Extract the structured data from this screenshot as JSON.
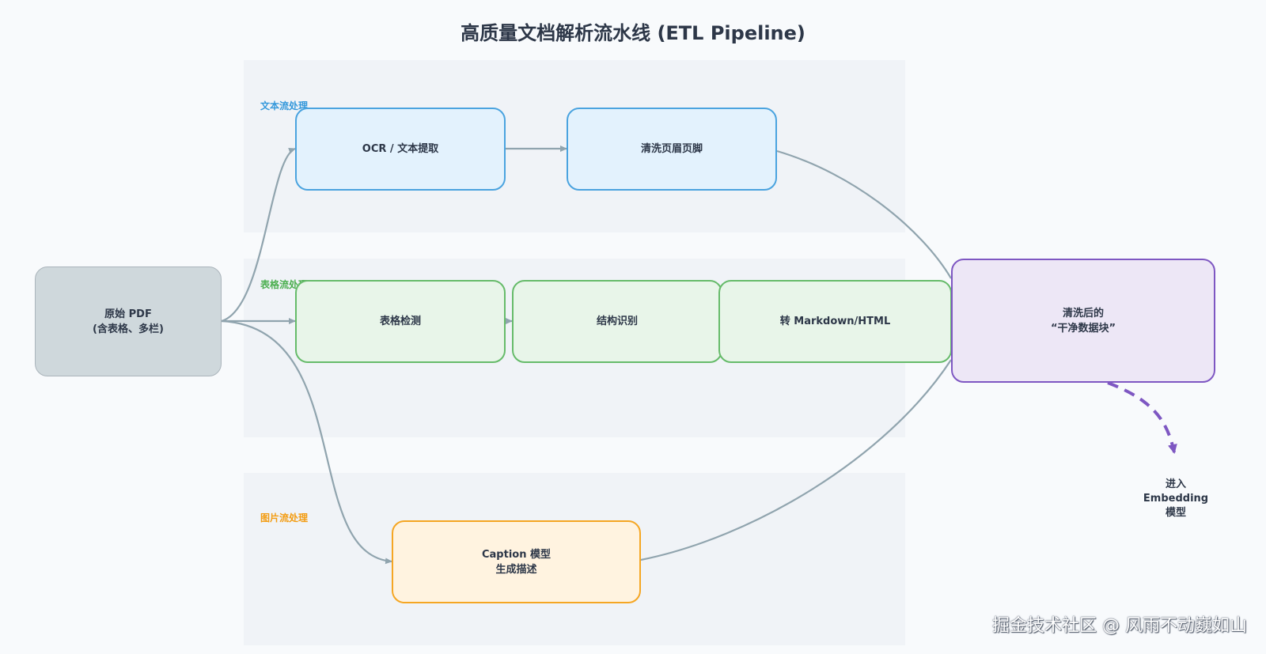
{
  "title": "高质量文档解析流水线 (ETL Pipeline)",
  "lanes": {
    "text": {
      "label": "文本流处理",
      "color": "#3498db"
    },
    "table": {
      "label": "表格流处理",
      "color": "#4caf50"
    },
    "image": {
      "label": "图片流处理",
      "color": "#f39c12"
    }
  },
  "nodes": {
    "pdf": {
      "line1": "原始 PDF",
      "line2": "(含表格、多栏)"
    },
    "ocr": {
      "label": "OCR / 文本提取"
    },
    "clean": {
      "label": "清洗页眉页脚"
    },
    "table_detect": {
      "label": "表格检测"
    },
    "structure": {
      "label": "结构识别"
    },
    "markdown": {
      "label": "转 Markdown/HTML"
    },
    "caption": {
      "line1": "Caption 模型",
      "line2": "生成描述"
    },
    "result": {
      "line1": "清洗后的",
      "line2": "“干净数据块”"
    },
    "embedding": {
      "line1": "进入",
      "line2": "Embedding",
      "line3": "模型"
    }
  },
  "watermark": "掘金技术社区 @ 风雨不动巍如山",
  "colors": {
    "edge": "#90a4ae",
    "dashed_edge": "#7e57c2"
  }
}
